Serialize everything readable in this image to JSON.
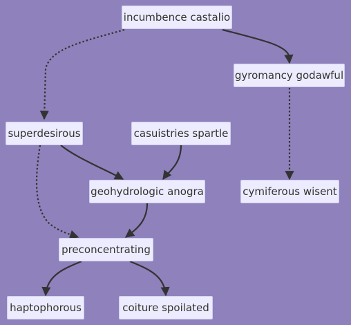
{
  "nodes": {
    "incumbence": "incumbence castalio",
    "gyromancy": "gyromancy godawful",
    "superdesirous": "superdesirous",
    "casuistries": "casuistries spartle",
    "geohydrologic": "geohydrologic anogra",
    "cymiferous": "cymiferous wisent",
    "preconcentrating": "preconcentrating",
    "haptophorous": "haptophorous",
    "coiture": "coiture spoilated"
  },
  "edges": [
    {
      "from": "incumbence castalio",
      "to": "superdesirous",
      "style": "dotted"
    },
    {
      "from": "incumbence castalio",
      "to": "gyromancy godawful",
      "style": "solid"
    },
    {
      "from": "gyromancy godawful",
      "to": "cymiferous wisent",
      "style": "dotted"
    },
    {
      "from": "superdesirous",
      "to": "geohydrologic anogra",
      "style": "solid"
    },
    {
      "from": "casuistries spartle",
      "to": "geohydrologic anogra",
      "style": "solid"
    },
    {
      "from": "superdesirous",
      "to": "preconcentrating",
      "style": "dotted"
    },
    {
      "from": "geohydrologic anogra",
      "to": "preconcentrating",
      "style": "solid"
    },
    {
      "from": "preconcentrating",
      "to": "haptophorous",
      "style": "solid"
    },
    {
      "from": "preconcentrating",
      "to": "coiture spoilated",
      "style": "solid"
    }
  ],
  "colors": {
    "background": "#8f81bb",
    "node_fill": "#ececfe",
    "node_border": "#cfcdf0",
    "edge": "#333333",
    "text": "#333333"
  }
}
